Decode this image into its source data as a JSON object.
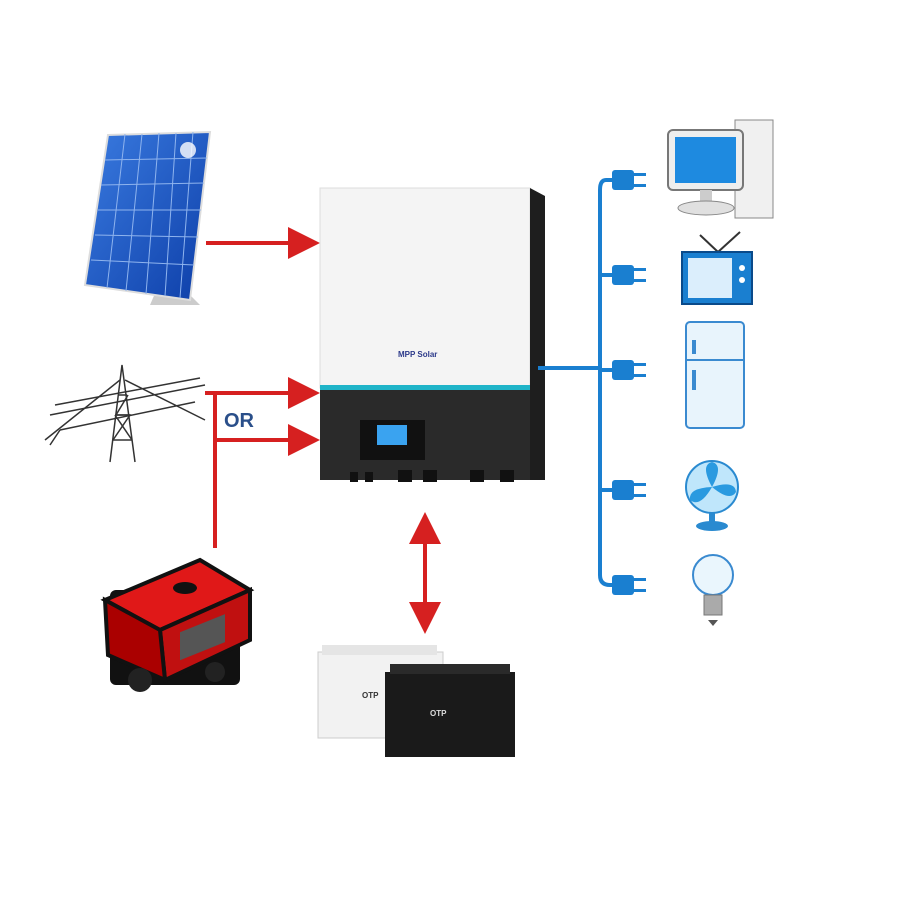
{
  "labels": {
    "or": "OR"
  },
  "inverter": {
    "logo": "MPP Solar"
  },
  "battery": {
    "logo": "OTP"
  },
  "colors": {
    "power_arrow": "#d62020",
    "load_bus": "#1a7fd0",
    "inverter_body": "#f4f4f4",
    "inverter_base": "#2a2a2a",
    "inverter_stripe": "#1fb4c8"
  },
  "sources": [
    "solar-panel",
    "power-grid-pylon",
    "generator"
  ],
  "loads": [
    "computer",
    "television",
    "refrigerator",
    "fan",
    "light-bulb"
  ]
}
